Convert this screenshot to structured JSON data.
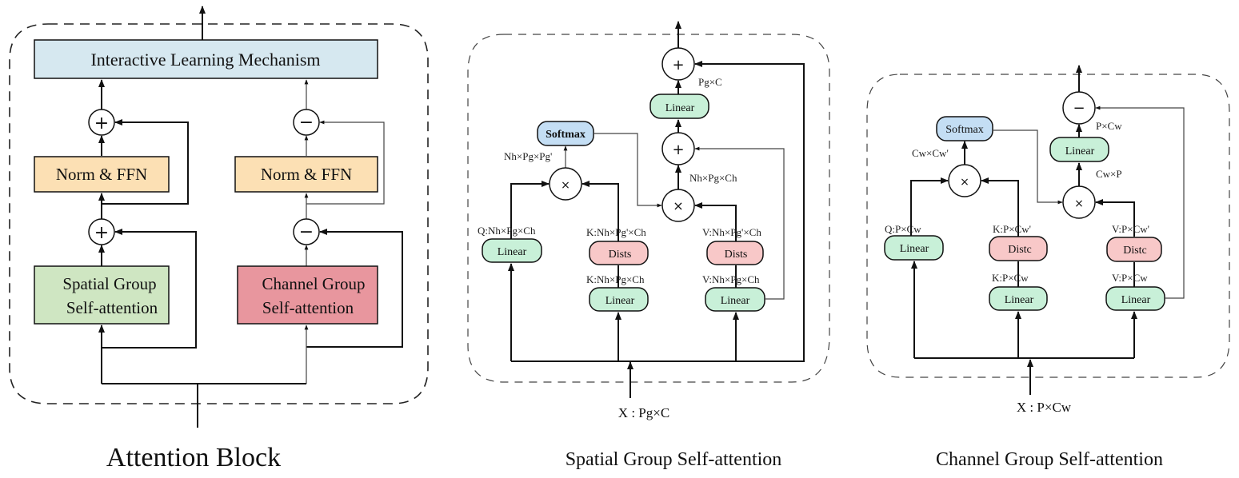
{
  "colors": {
    "ilm": "#d6e8f0",
    "norm_ffn": "#fce0b4",
    "spatial": "#cfe6c2",
    "channel": "#e8969e",
    "linear": "#c8f0d8",
    "dist": "#f8c8c8",
    "softmax": "#c4def4"
  },
  "attention_block": {
    "caption": "Attention Block",
    "ilm_label": "Interactive Learning Mechanism",
    "left_branch": {
      "norm_ffn_label": "Norm & FFN",
      "module_line1": "Spatial Group",
      "module_line2": "Self-attention",
      "op_top": "+",
      "op_bottom": "+"
    },
    "right_branch": {
      "norm_ffn_label": "Norm & FFN",
      "module_line1": "Channel Group",
      "module_line2": "Self-attention",
      "op_top": "−",
      "op_bottom": "−"
    }
  },
  "spatial_sa": {
    "caption": "Spatial Group Self-attention",
    "input_label": "X : Pg×C",
    "softmax_label": "Softmax",
    "linear_out_label": "Linear",
    "out_dim": "Pg×C",
    "attn_dim": "Nh×Pg×Pg'",
    "mid_dim": "Nh×Pg×Ch",
    "q_dim": "Q:Nh×Pg×Ch",
    "k_dist_dim": "K:Nh×Pg'×Ch",
    "v_dist_dim": "V:Nh×Pg'×Ch",
    "k_dim": "K:Nh×Pg×Ch",
    "v_dim": "V:Nh×Pg×Ch",
    "q_linear": "Linear",
    "k_linear": "Linear",
    "v_linear": "Linear",
    "k_dist": "Dists",
    "v_dist": "Dists",
    "op_top": "+",
    "op_mid": "+",
    "op_attn": "×",
    "op_qk": "×"
  },
  "channel_sa": {
    "caption": "Channel Group Self-attention",
    "input_label": "X : P×Cw",
    "softmax_label": "Softmax",
    "linear_out_label": "Linear",
    "out_dim": "P×Cw",
    "attn_dim": "Cw×Cw'",
    "mid_dim": "Cw×P",
    "q_dim": "Q:P×Cw",
    "k_dist_dim": "K:P×Cw'",
    "v_dist_dim": "V:P×Cw'",
    "k_dim": "K:P×Cw",
    "v_dim": "V:P×Cw",
    "q_linear": "Linear",
    "k_linear": "Linear",
    "v_linear": "Linear",
    "k_dist": "Distc",
    "v_dist": "Distc",
    "op_top": "−",
    "op_attn": "×",
    "op_qk": "×"
  }
}
